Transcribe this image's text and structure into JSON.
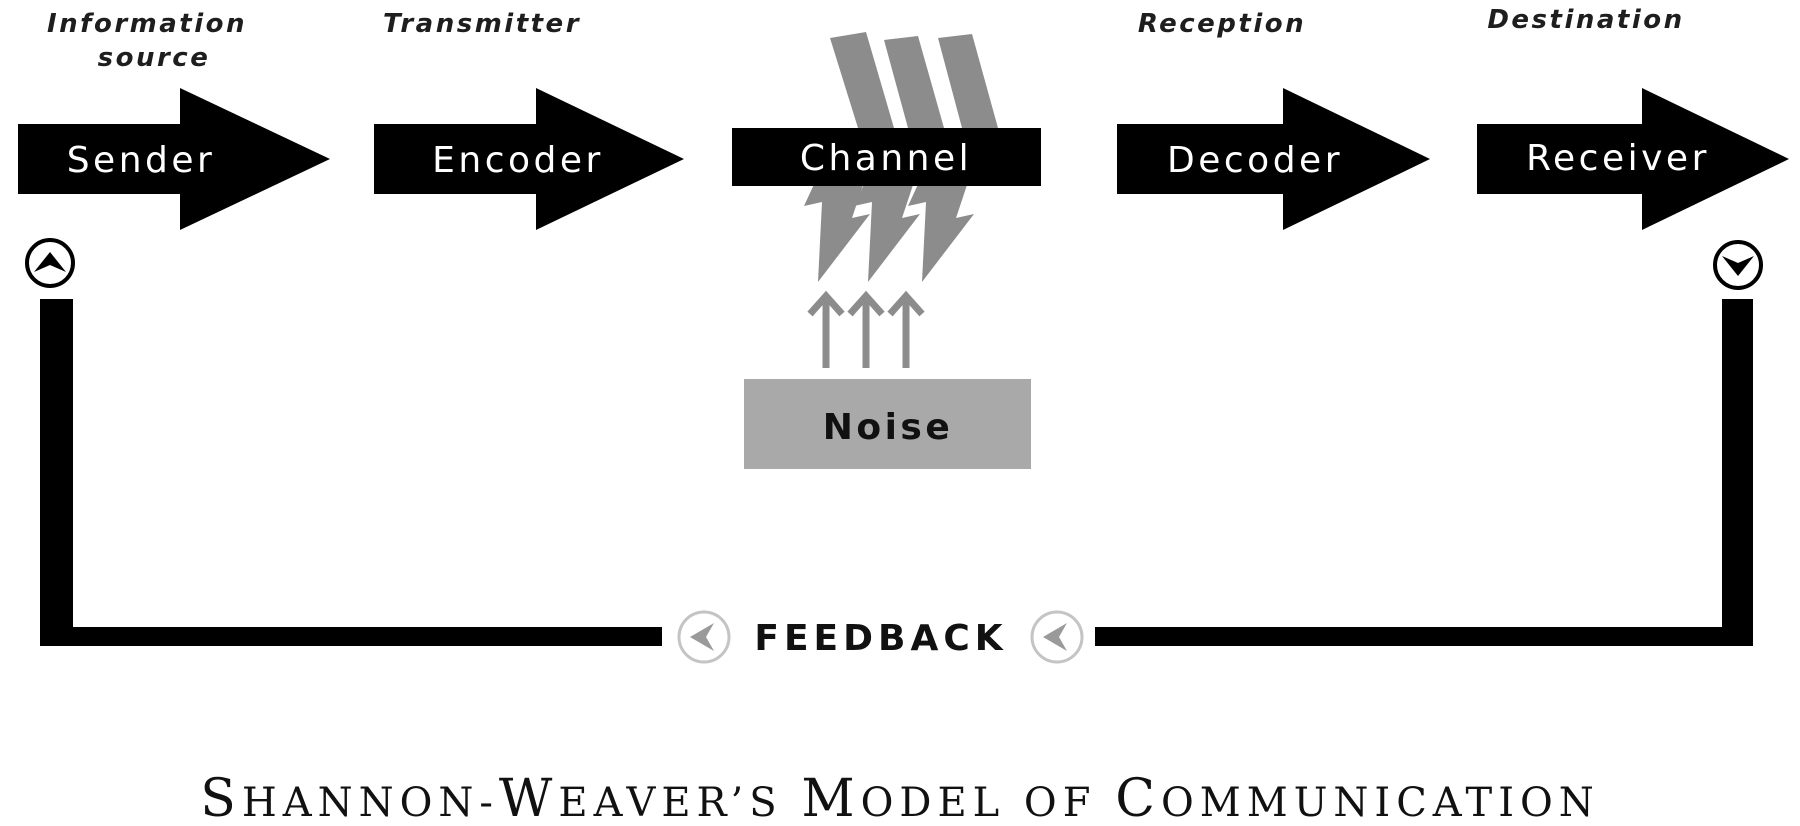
{
  "colors": {
    "arrow": "#000000",
    "noise_box": "#a9a9a9",
    "bolt": "#8c8c8c",
    "feedback_line": "#000000",
    "feedback_badge_ring": "#c4c4c4",
    "feedback_badge_glyph": "#9a9a9a"
  },
  "stages": [
    {
      "role": "Information",
      "role_line2": "source",
      "label": "Sender"
    },
    {
      "role": "Transmitter",
      "role_line2": "",
      "label": "Encoder"
    },
    {
      "role": "",
      "role_line2": "",
      "label": "Channel"
    },
    {
      "role": "Reception",
      "role_line2": "",
      "label": "Decoder"
    },
    {
      "role": "Destination",
      "role_line2": "",
      "label": "Receiver"
    }
  ],
  "noise": {
    "label": "Noise"
  },
  "feedback": {
    "label": "FEEDBACK"
  },
  "icons": {
    "sender_end": "circle-up-arrow-icon",
    "receiver_end": "circle-down-arrow-icon",
    "feedback_left": "circle-left-arrow-icon",
    "feedback_right": "circle-left-arrow-icon"
  },
  "title": {
    "words": [
      {
        "cap": "S",
        "rest": "HANNON-"
      },
      {
        "cap": "W",
        "rest": "EAVER’S "
      },
      {
        "cap": "M",
        "rest": "ODEL OF "
      },
      {
        "cap": "C",
        "rest": "OMMUNICATION"
      }
    ]
  }
}
